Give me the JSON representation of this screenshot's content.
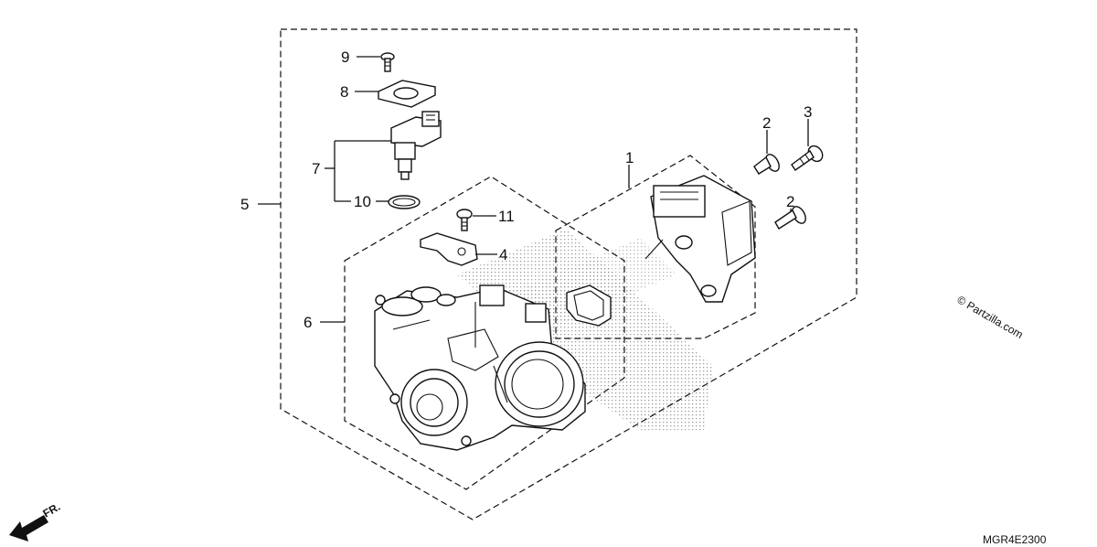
{
  "labels": {
    "p1": "1",
    "p2a": "2",
    "p2b": "2",
    "p3": "3",
    "p4": "4",
    "p5": "5",
    "p6": "6",
    "p7": "7",
    "p8": "8",
    "p9": "9",
    "p10": "10",
    "p11": "11"
  },
  "watermark": "© Partzilla.com",
  "diagram_code": "MGR4E2300",
  "front_marker": "FR.",
  "colors": {
    "ink": "#111111",
    "background": "#ffffff",
    "shading": "#9a9a9a"
  }
}
